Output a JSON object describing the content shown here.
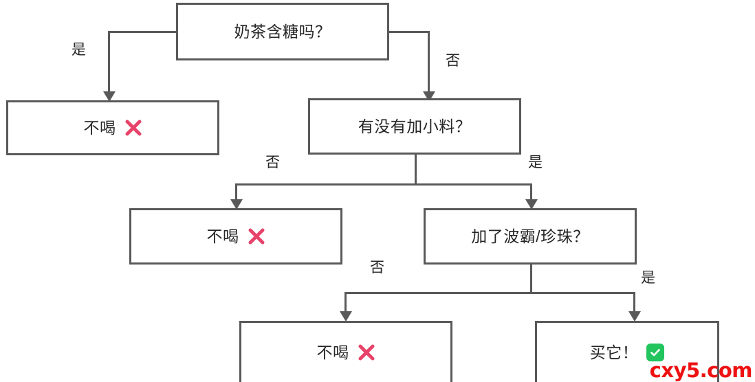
{
  "diagram": {
    "type": "decision-tree-flowchart",
    "title_text": "奶茶含糖吗？",
    "colors": {
      "border": "#595959",
      "connector": "#595959",
      "text": "#262626",
      "x_mark": "#E8436A",
      "check_bg": "#21C45D",
      "check_tick": "#ffffff",
      "watermark": "#ee1111",
      "background": "#ffffff"
    },
    "nodes": [
      {
        "id": "q1",
        "kind": "decision",
        "label": "奶茶含糖吗？",
        "glyph": "none"
      },
      {
        "id": "r1",
        "kind": "result",
        "label": "不喝",
        "glyph": "x-mark"
      },
      {
        "id": "q2",
        "kind": "decision",
        "label": "有没有加小料？",
        "glyph": "none"
      },
      {
        "id": "r2",
        "kind": "result",
        "label": "不喝",
        "glyph": "x-mark"
      },
      {
        "id": "q3",
        "kind": "decision",
        "label": "加了波霸/珍珠？",
        "glyph": "none"
      },
      {
        "id": "r3",
        "kind": "result",
        "label": "不喝",
        "glyph": "x-mark"
      },
      {
        "id": "r4",
        "kind": "result",
        "label": "买它！",
        "glyph": "check-mark"
      }
    ],
    "edges": [
      {
        "id": "e1",
        "from": "q1",
        "to": "r1",
        "label": "是"
      },
      {
        "id": "e2",
        "from": "q1",
        "to": "q2",
        "label": "否"
      },
      {
        "id": "e3",
        "from": "q2",
        "to": "r2",
        "label": "否"
      },
      {
        "id": "e4",
        "from": "q2",
        "to": "q3",
        "label": "是"
      },
      {
        "id": "e5",
        "from": "q3",
        "to": "r3",
        "label": "否"
      },
      {
        "id": "e6",
        "from": "q3",
        "to": "r4",
        "label": "是"
      }
    ],
    "icons": {
      "x_mark_name": "x-mark-icon",
      "check_mark_name": "check-mark-icon"
    }
  },
  "watermark": {
    "text": "cxy5.com"
  }
}
